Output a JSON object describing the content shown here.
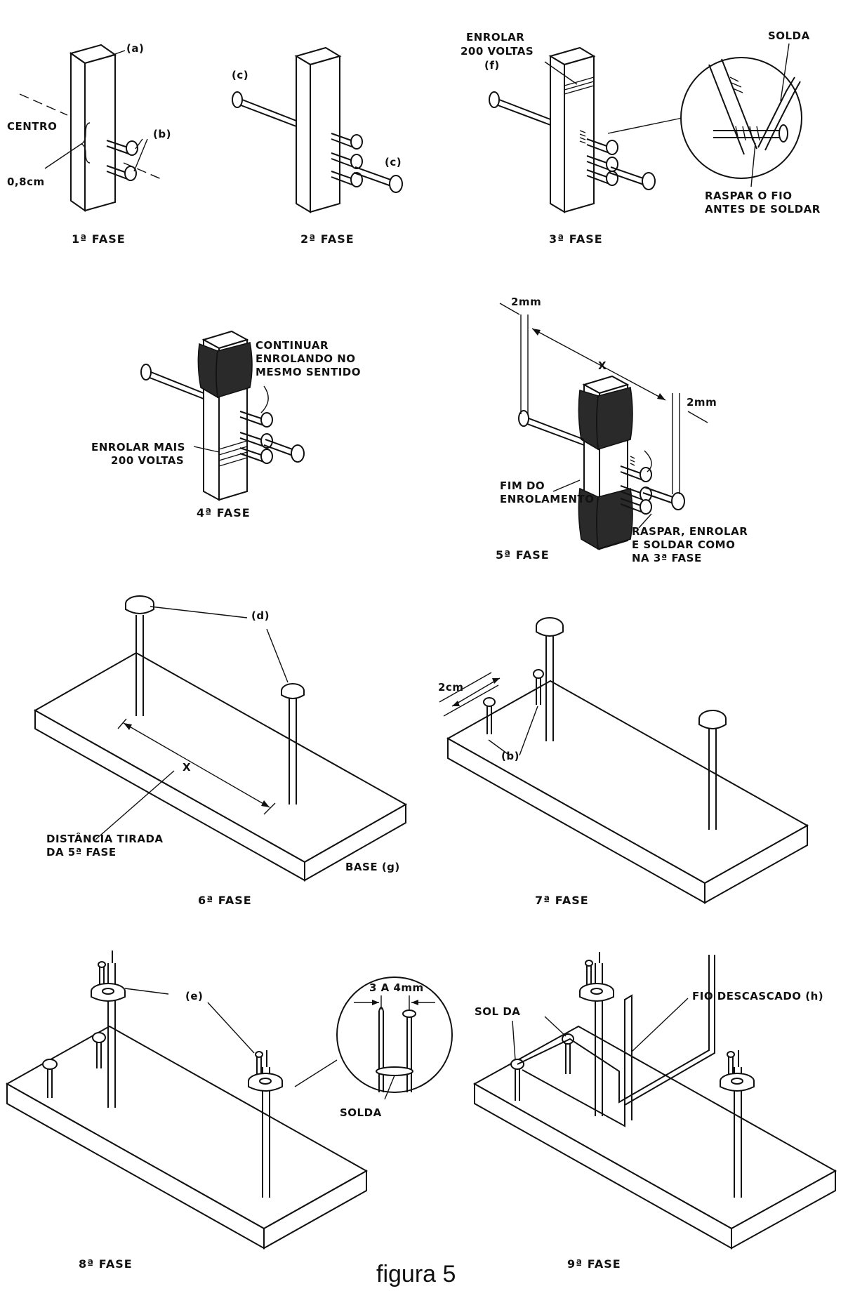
{
  "figure_caption": "figura 5",
  "phases": {
    "p1": "1ª FASE",
    "p2": "2ª FASE",
    "p3": "3ª FASE",
    "p4": "4ª FASE",
    "p5": "5ª FASE",
    "p6": "6ª FASE",
    "p7": "7ª FASE",
    "p8": "8ª FASE",
    "p9": "9ª FASE"
  },
  "labels": {
    "a": "(a)",
    "b": "(b)",
    "c": "(c)",
    "d": "(d)",
    "e": "(e)",
    "f": "(f)",
    "centro": "CENTRO",
    "dim_08cm": "0,8cm",
    "enrolar_200_l1": "ENROLAR",
    "enrolar_200_l2": "200 VOLTAS",
    "solda": "SOLDA",
    "raspar_l1": "RASPAR O FIO",
    "raspar_l2": "ANTES DE SOLDAR",
    "continuar_l1": "CONTINUAR",
    "continuar_l2": "ENROLANDO NO",
    "continuar_l3": "MESMO SENTIDO",
    "enrolar_mais_l1": "ENROLAR MAIS",
    "enrolar_mais_l2": "200 VOLTAS",
    "dim_2mm": "2mm",
    "x": "X",
    "fim_l1": "FIM DO",
    "fim_l2": "ENROLAMENTO",
    "raspar_enrolar_l1": "RASPAR, ENROLAR",
    "raspar_enrolar_l2": "E SOLDAR COMO",
    "raspar_enrolar_l3": "NA 3ª FASE",
    "distancia_l1": "DISTÂNCIA TIRADA",
    "distancia_l2": "DA 5ª FASE",
    "base_g": "BASE (g)",
    "dim_2cm": "2cm",
    "dim_3a4mm": "3 A 4mm",
    "solda_sep": "SOL DA",
    "fio_descascado": "FIO DESCASCADO (h)"
  }
}
